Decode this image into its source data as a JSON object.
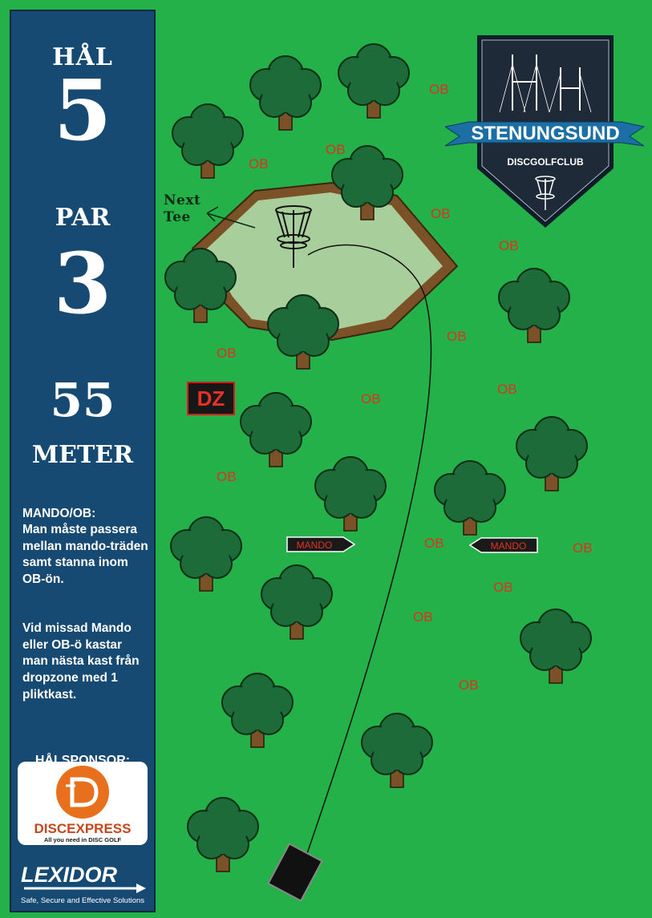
{
  "hole": {
    "label": "HÅL",
    "number": "5",
    "par_label": "PAR",
    "par": "3",
    "distance": "55",
    "distance_unit": "METER"
  },
  "rules": {
    "paragraph_1": "MANDO/OB:\nMan måste passera mellan mando-träden samt stanna inom OB-ön.",
    "paragraph_2": "Vid missad Mando eller OB-ö kastar man nästa kast från  dropzone med 1 pliktkast."
  },
  "sponsor": {
    "label": "HÅLSPONSOR:",
    "name": "DISCEXPRESS",
    "tagline": "All you need in DISC GOLF"
  },
  "lexidor": {
    "name": "LEXIDOR",
    "tagline": "Safe, Secure and Effective Solutions"
  },
  "club": {
    "name": "STENUNGSUND",
    "subtitle": "DISCGOLFCLUB"
  },
  "map": {
    "next_tee_line1": "Next",
    "next_tee_line2": "Tee",
    "dropzone": "DZ",
    "mando_left": "MANDO",
    "mando_right": "MANDO",
    "ob_label": "OB"
  },
  "colors": {
    "grass": "#25b14a",
    "panel": "#174a72",
    "tree": "#1d6b38",
    "trunk": "#7b5128",
    "ob_text": "#e0301e",
    "island": "#a8cf9b",
    "border": "#7b5128"
  }
}
